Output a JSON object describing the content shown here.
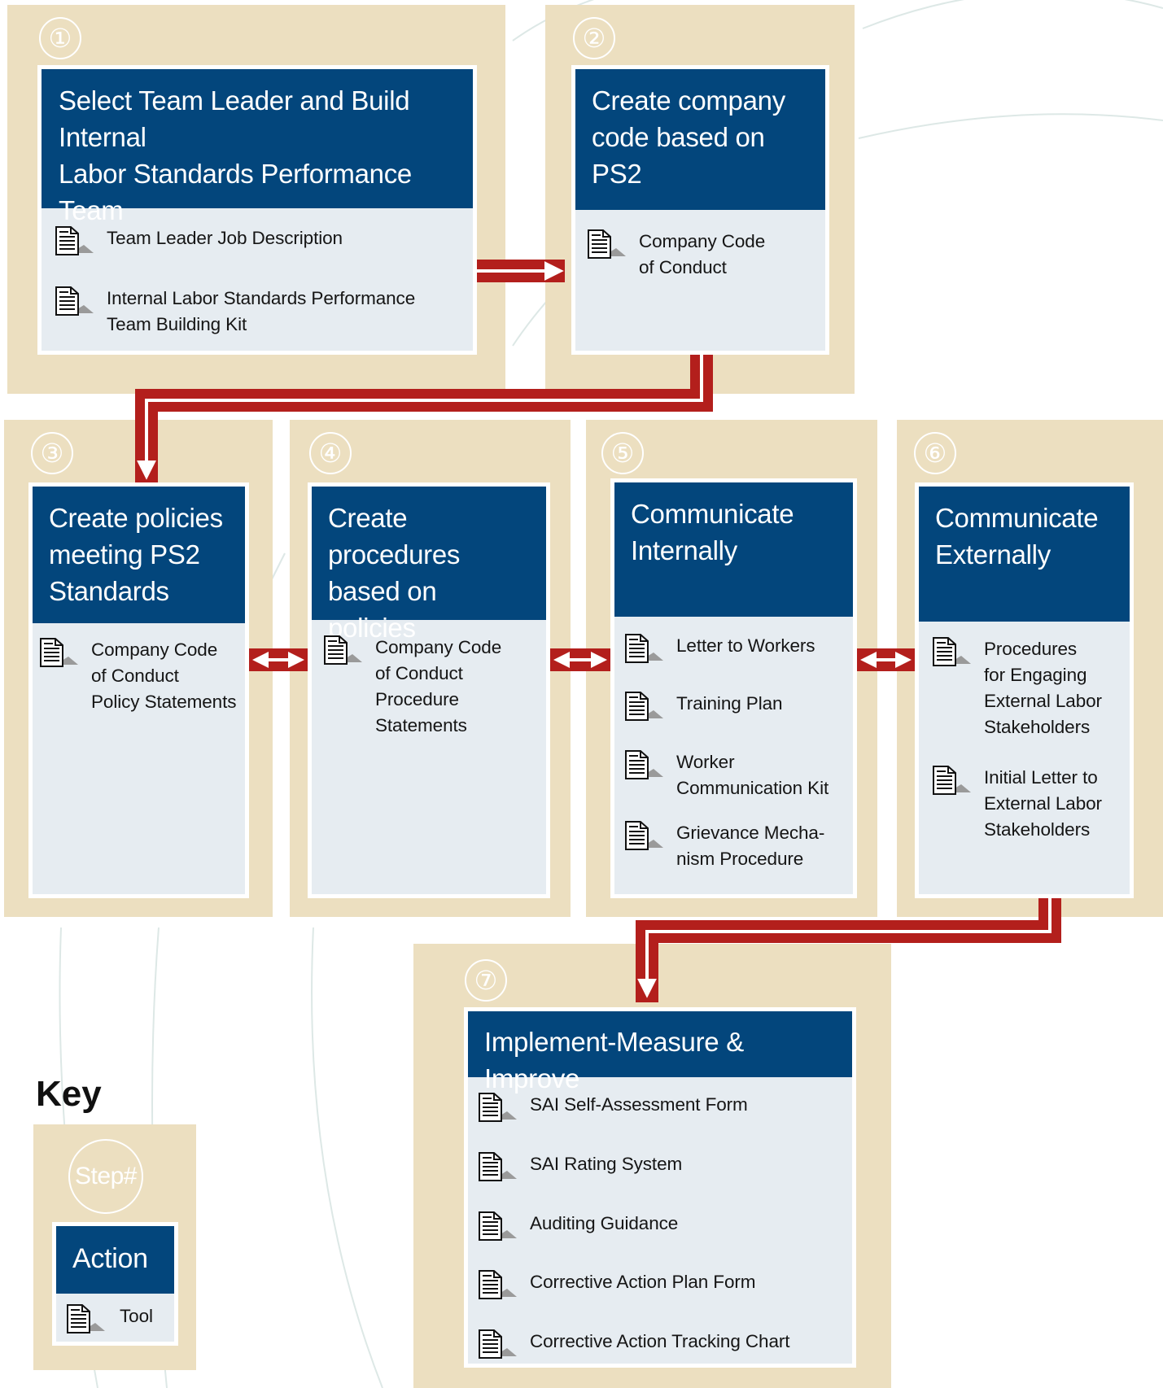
{
  "steps": [
    {
      "num": "①",
      "action": "Select Team Leader and Build Internal\nLabor Standards Performance Team",
      "tools": [
        "Team Leader Job Description",
        "Internal Labor Standards Performance\nTeam Building Kit"
      ]
    },
    {
      "num": "②",
      "action": "Create company\ncode based on PS2",
      "tools": [
        "Company Code\nof Conduct"
      ]
    },
    {
      "num": "③",
      "action": "Create policies\nmeeting PS2\nStandards",
      "tools": [
        "Company Code\nof Conduct\nPolicy Statements"
      ]
    },
    {
      "num": "④",
      "action": "Create procedures\nbased on policies",
      "tools": [
        "Company Code\nof Conduct\nProcedure\nStatements"
      ]
    },
    {
      "num": "⑤",
      "action": "Communicate\nInternally",
      "tools": [
        "Letter to Workers",
        "Training Plan",
        "Worker\nCommunication Kit",
        "Grievance Mecha-\nnism Procedure"
      ]
    },
    {
      "num": "⑥",
      "action": "Communicate\nExternally",
      "tools": [
        "Procedures\nfor Engaging\nExternal Labor\nStakeholders",
        "Initial Letter to\nExternal Labor\nStakeholders"
      ]
    },
    {
      "num": "⑦",
      "action": "Implement-Measure & Improve",
      "tools": [
        "SAI Self-Assessment Form",
        "SAI Rating System",
        "Auditing Guidance",
        "Corrective Action Plan Form",
        "Corrective Action Tracking Chart"
      ]
    }
  ],
  "key": {
    "title": "Key",
    "step_label": "Step#",
    "action_label": "Action",
    "tool_label": "Tool"
  },
  "colors": {
    "panel": "#ecdfc0",
    "action_header": "#03467c",
    "tool_area": "#e6ecf1",
    "arrow": "#b31f1c"
  },
  "icons": {
    "tool": "document-icon"
  }
}
